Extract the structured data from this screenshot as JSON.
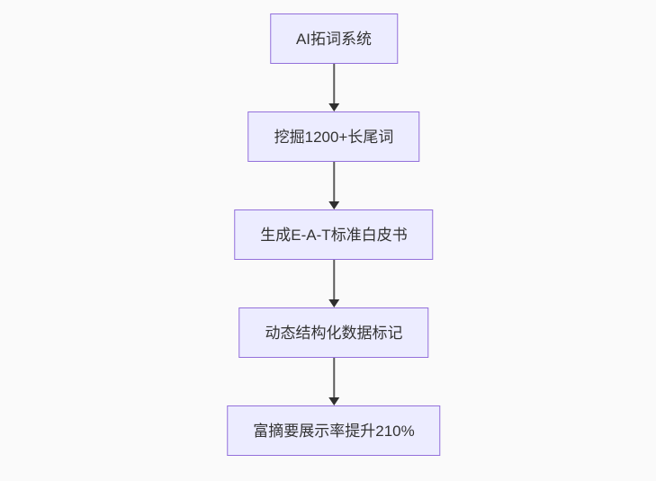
{
  "canvas": {
    "background": "#fafafa"
  },
  "flowchart": {
    "type": "flowchart-vertical",
    "direction": "top-down",
    "node_fill": "#ececff",
    "node_border": "#9370db",
    "node_text_color": "#333333",
    "arrow_line_color": "#5b5b5b",
    "arrowhead_color": "#2f2f2f",
    "nodes": [
      {
        "label": "AI拓词系统"
      },
      {
        "label": "挖掘1200+长尾词"
      },
      {
        "label": "生成E-A-T标准白皮书"
      },
      {
        "label": "动态结构化数据标记"
      },
      {
        "label": "富摘要展示率提升210%"
      }
    ]
  }
}
